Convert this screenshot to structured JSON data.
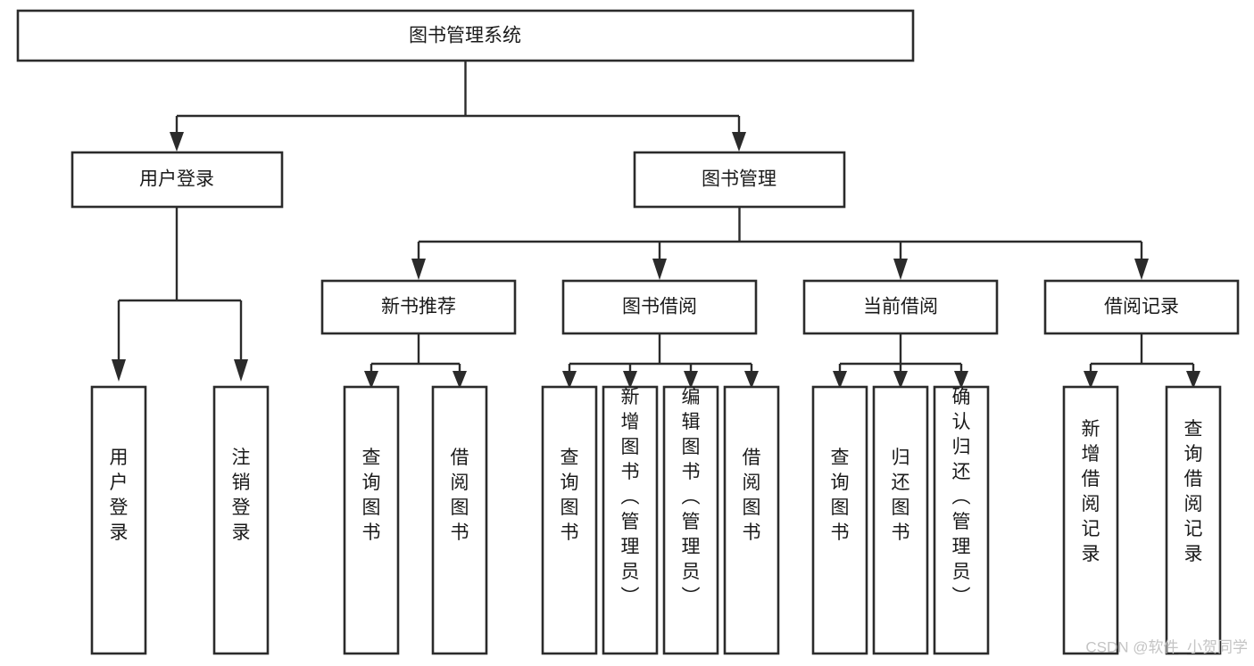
{
  "diagram": {
    "title": "图书管理系统",
    "type": "tree",
    "orientation": "top-down",
    "colors": {
      "box_fill": "#ffffff",
      "box_stroke": "#2b2b2b",
      "connector": "#2b2b2b",
      "text": "#1a1a1a",
      "watermark": "#c4c4c4",
      "background": "#ffffff"
    },
    "levels": [
      {
        "level": 0,
        "nodes": [
          {
            "id": "root",
            "label": "图书管理系统",
            "orientation": "horizontal"
          }
        ]
      },
      {
        "level": 1,
        "nodes": [
          {
            "id": "login",
            "label": "用户登录",
            "orientation": "horizontal",
            "parent": "root"
          },
          {
            "id": "bookmgmt",
            "label": "图书管理",
            "orientation": "horizontal",
            "parent": "root"
          }
        ]
      },
      {
        "level": 2,
        "nodes": [
          {
            "id": "newbook",
            "label": "新书推荐",
            "orientation": "horizontal",
            "parent": "bookmgmt"
          },
          {
            "id": "borrow",
            "label": "图书借阅",
            "orientation": "horizontal",
            "parent": "bookmgmt"
          },
          {
            "id": "current",
            "label": "当前借阅",
            "orientation": "horizontal",
            "parent": "bookmgmt"
          },
          {
            "id": "record",
            "label": "借阅记录",
            "orientation": "horizontal",
            "parent": "bookmgmt"
          }
        ]
      },
      {
        "level": 3,
        "nodes": [
          {
            "id": "leaf-1",
            "label": "用户登录",
            "orientation": "vertical",
            "parent": "login"
          },
          {
            "id": "leaf-2",
            "label": "注销登录",
            "orientation": "vertical",
            "parent": "login"
          },
          {
            "id": "leaf-3",
            "label": "查询图书",
            "orientation": "vertical",
            "parent": "newbook"
          },
          {
            "id": "leaf-4",
            "label": "借阅图书",
            "orientation": "vertical",
            "parent": "newbook"
          },
          {
            "id": "leaf-5",
            "label": "查询图书",
            "orientation": "vertical",
            "parent": "borrow"
          },
          {
            "id": "leaf-6",
            "label": "新增图书（管理员）",
            "orientation": "vertical",
            "parent": "borrow"
          },
          {
            "id": "leaf-7",
            "label": "编辑图书（管理员）",
            "orientation": "vertical",
            "parent": "borrow"
          },
          {
            "id": "leaf-8",
            "label": "借阅图书",
            "orientation": "vertical",
            "parent": "borrow"
          },
          {
            "id": "leaf-9",
            "label": "查询图书",
            "orientation": "vertical",
            "parent": "current"
          },
          {
            "id": "leaf-10",
            "label": "归还图书",
            "orientation": "vertical",
            "parent": "current"
          },
          {
            "id": "leaf-11",
            "label": "确认归还（管理员）",
            "orientation": "vertical",
            "parent": "current"
          },
          {
            "id": "leaf-12",
            "label": "新增借阅记录",
            "orientation": "vertical",
            "parent": "record"
          },
          {
            "id": "leaf-13",
            "label": "查询借阅记录",
            "orientation": "vertical",
            "parent": "record"
          }
        ]
      }
    ]
  },
  "watermark": {
    "text": "CSDN @软件_小贺同学"
  }
}
